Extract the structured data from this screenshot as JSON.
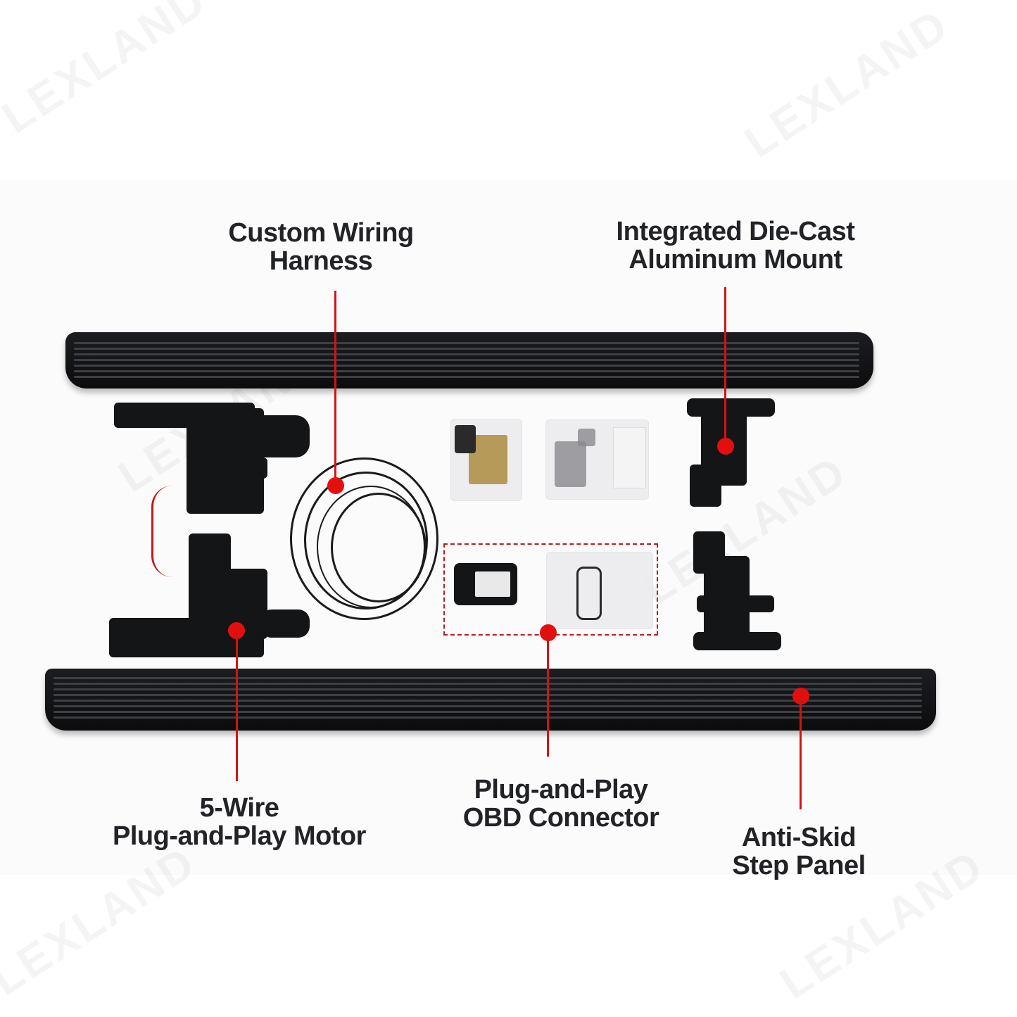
{
  "brand": {
    "watermark_text": "LEXLAND"
  },
  "colors": {
    "callout_red": "#e30f0f",
    "label_text": "#222327",
    "panel_bg": "#fbfbfb"
  },
  "callouts": [
    {
      "id": "wiring-harness",
      "line1": "Custom Wiring",
      "line2": "Harness"
    },
    {
      "id": "die-cast-mount",
      "line1": "Integrated Die-Cast",
      "line2": "Aluminum Mount"
    },
    {
      "id": "motor",
      "line1": "5-Wire",
      "line2": "Plug-and-Play Motor"
    },
    {
      "id": "obd-connector",
      "line1": "Plug-and-Play",
      "line2": "OBD Connector"
    },
    {
      "id": "step-panel",
      "line1": "Anti-Skid",
      "line2": "Step Panel"
    }
  ],
  "components": [
    "upper running board",
    "lower running board",
    "upper motor bracket",
    "lower motor bracket",
    "wiring harness coil",
    "gold control module bag",
    "hardware screws bag",
    "OBD control box",
    "OBD cable bag",
    "upper aluminum mount",
    "lower aluminum mount"
  ]
}
